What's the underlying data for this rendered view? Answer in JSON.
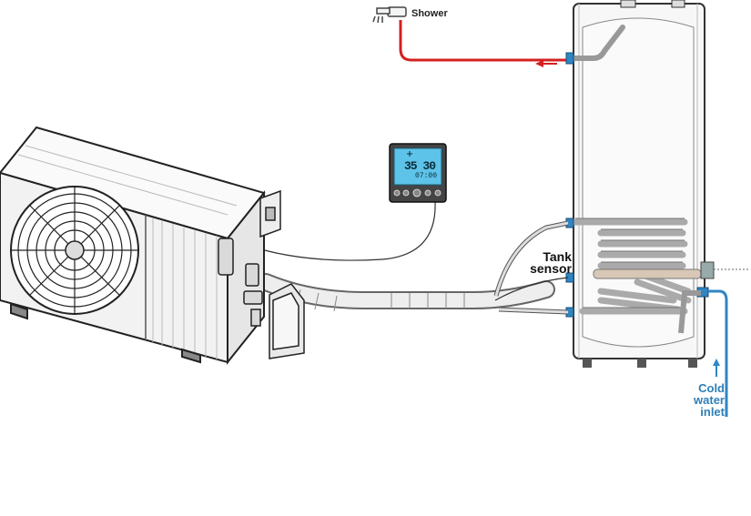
{
  "labels": {
    "shower": "Shower",
    "tank_sensor_line1": "Tank",
    "tank_sensor_line2": "sensor",
    "cold_line1": "Cold",
    "cold_line2": "water",
    "cold_line3": "inlet"
  },
  "controller": {
    "temperature_readout": "35 30",
    "time_readout": "07:00"
  },
  "colors": {
    "hot_pipe": "#d42020",
    "cold_pipe": "#2f86c4",
    "display_screen": "#5ec3e8",
    "line": "#222222"
  },
  "icons": [
    "shower-faucet-icon",
    "snowflake-icon",
    "fan-icon"
  ]
}
